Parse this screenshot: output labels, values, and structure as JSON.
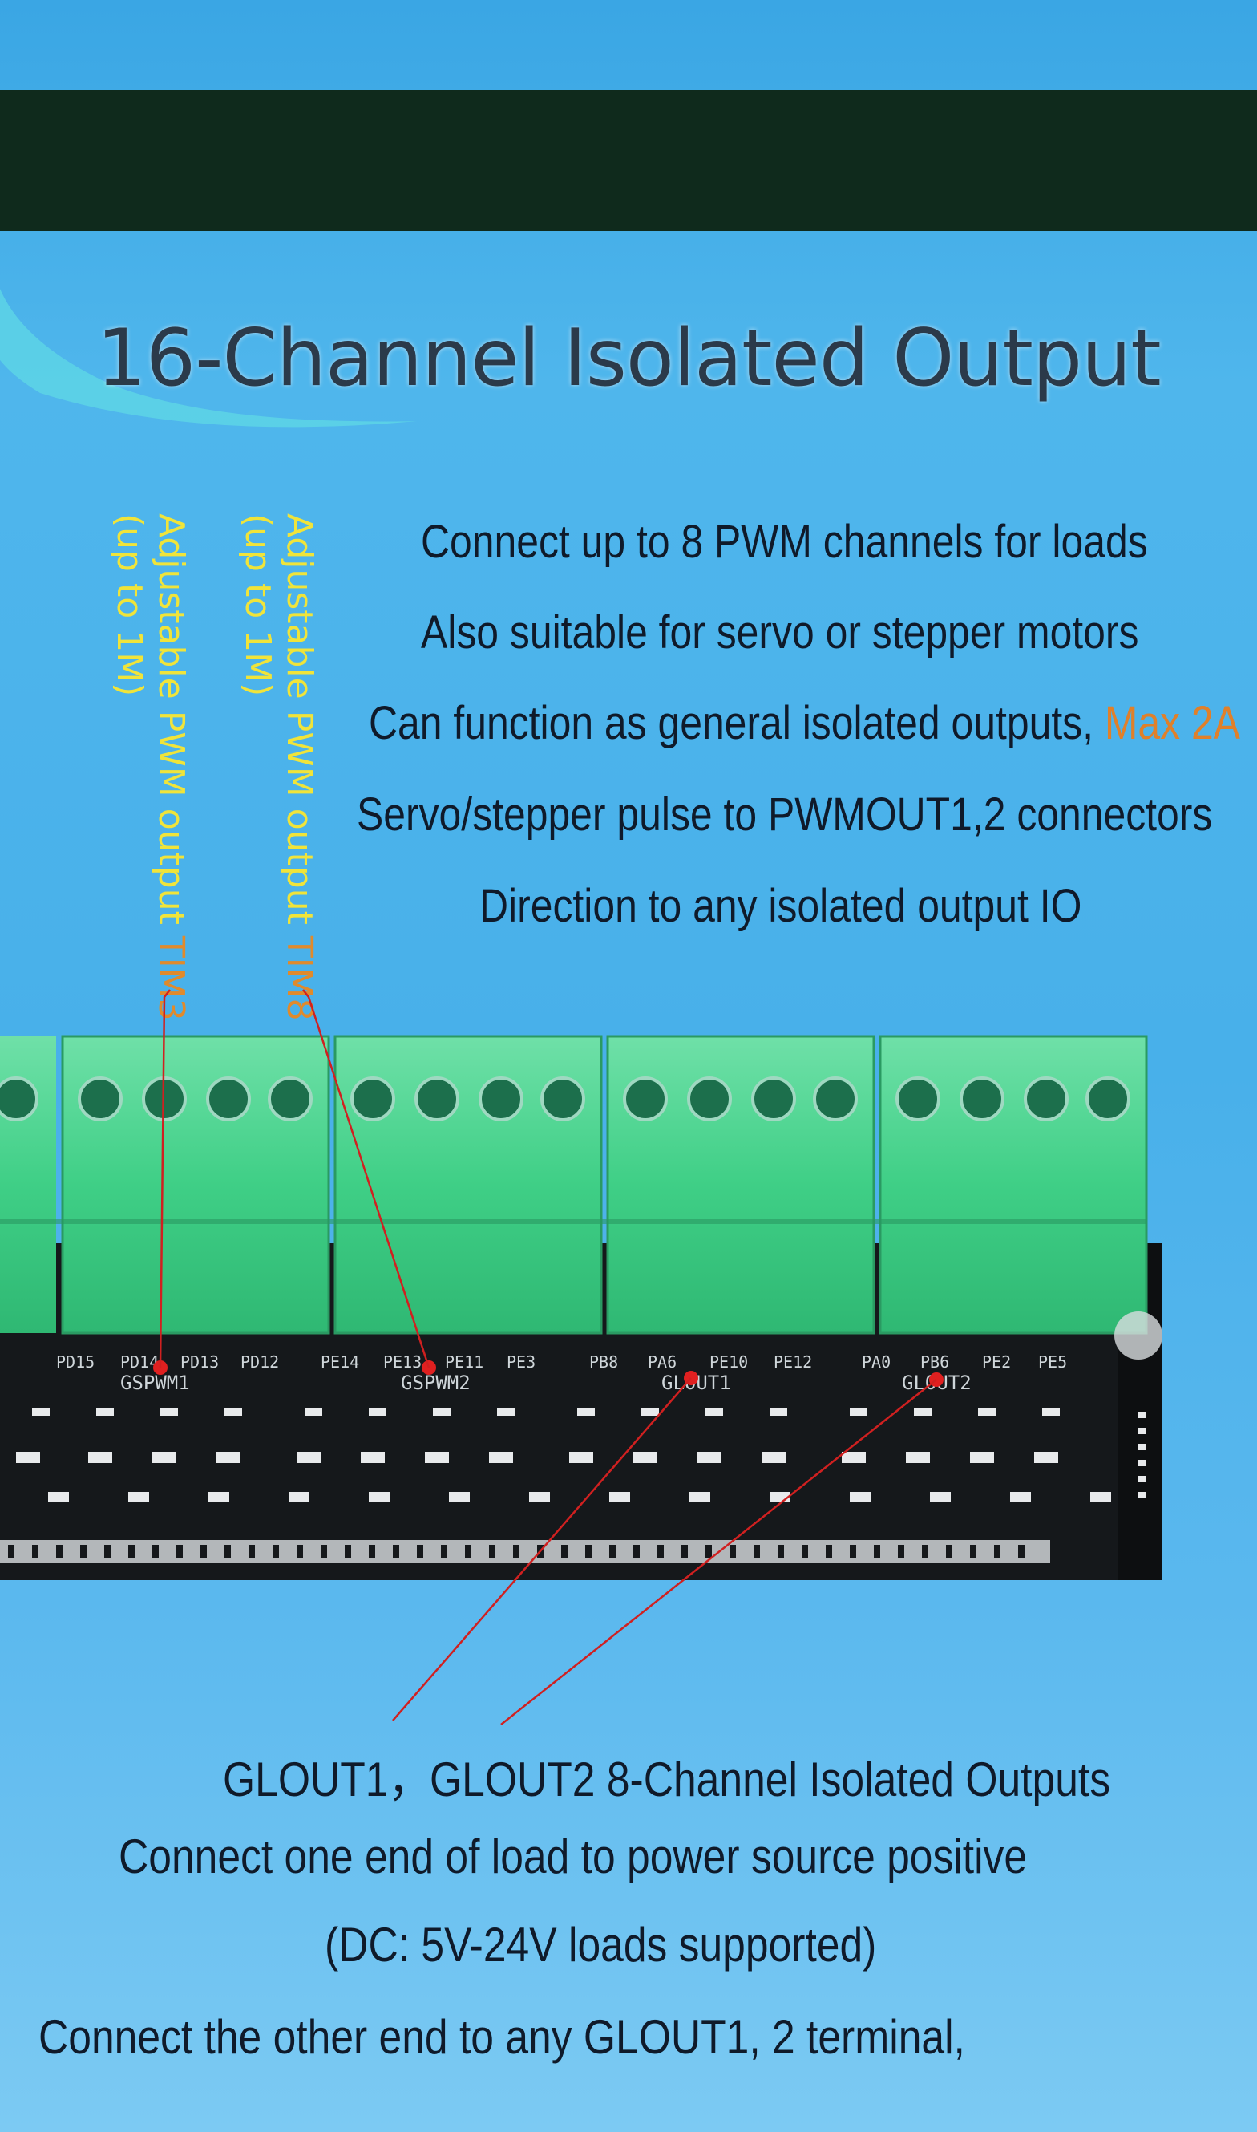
{
  "title": "16-Channel Isolated Output",
  "features": [
    "Connect up to 8 PWM channels for loads",
    "Also suitable for servo or stepper motors",
    "Can function as general isolated outputs, ",
    "Servo/stepper pulse to PWMOUT1,2 connectors",
    "Direction to any isolated output IO"
  ],
  "feature_highlight": "Max 2A",
  "pwm_labels": [
    {
      "line1": "Adjustable PWM output ",
      "timer": "TIM3",
      "line2": "(up to 1M)"
    },
    {
      "line1": "Adjustable PWM output ",
      "timer": "TIM8",
      "line2": "(up to 1M)"
    }
  ],
  "silkscreen": {
    "pins": [
      "PD15",
      "PD14",
      "PD13",
      "PD12",
      "PE14",
      "PE13",
      "PE11",
      "PE3",
      "PB8",
      "PA6",
      "PE10",
      "PE12",
      "PA0",
      "PB6",
      "PE2",
      "PE5"
    ],
    "groups": [
      "GSPWM1",
      "GSPWM2",
      "GLOUT1",
      "GLOUT2"
    ]
  },
  "bottom_lines": [
    "GLOUT1，GLOUT2    8-Channel Isolated Outputs",
    "Connect one end of load to power source positive",
    "(DC: 5V-24V loads supported)",
    "Connect the other end to any GLOUT1, 2 terminal,"
  ],
  "colors": {
    "top_bar": "#0f2a1c",
    "title": "#2b3a4a",
    "highlight": "#e0802a",
    "pwm_label": "#f0e43a",
    "terminal_green": "#3fcf86",
    "pcb": "#15181b",
    "pointer_line": "#d02020"
  }
}
